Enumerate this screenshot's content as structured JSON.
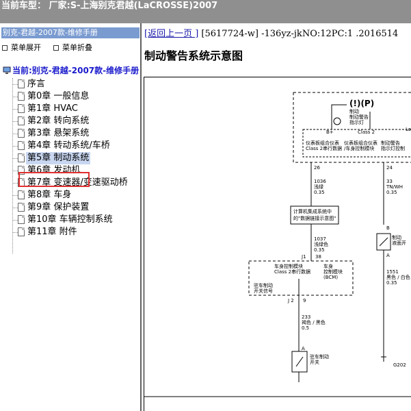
{
  "topbar": {
    "text": "当前车型：  厂家:S-上海别克君越(LaCROSSE)2007"
  },
  "left": {
    "header": "别克-君越-2007款-维修手册",
    "expand_label": "菜单展开",
    "collapse_label": "菜单折叠",
    "current_label": "当前:别克-君越-2007款-维修手册",
    "items": [
      {
        "label": "序言"
      },
      {
        "label": "第0章 一般信息"
      },
      {
        "label": "第1章 HVAC"
      },
      {
        "label": "第2章 转向系统"
      },
      {
        "label": "第3章 悬架系统"
      },
      {
        "label": "第4章 转动系统/车桥"
      },
      {
        "label": "第5章 制动系统"
      },
      {
        "label": "第6章 发动机"
      },
      {
        "label": "第7章 变速器/变速驱动桥"
      },
      {
        "label": "第8章 车身"
      },
      {
        "label": "第9章 保护装置"
      },
      {
        "label": "第10章 车辆控制系统"
      },
      {
        "label": "第11章 附件"
      }
    ]
  },
  "right": {
    "back_link": "[返回上一页 ]",
    "doc_code": "[5617724-w] -136yz-jkNO:12PC:1 .2016514",
    "title": "制动警告系统示意图",
    "diagram": {
      "brake_symbol_label": "(!)(P)",
      "brake_text1": "制动",
      "brake_text2": "制动警告",
      "brake_text3": "指示灯",
      "b_plus": "B+",
      "class2": "Class 2",
      "cluster_left1": "仪表板组合仪表",
      "cluster_left2": "Class 2串行数据",
      "cluster_mid1": "仪表板组合仪表",
      "cluster_mid2": "/车身控制模块",
      "cluster_right1": "制动警告",
      "cluster_right2": "指示灯控制",
      "lo_text": "Lo",
      "pin26": "26",
      "pin24": "24",
      "wire1036_1": "1036",
      "wire1036_2": "浅绿",
      "wire1036_3": "0.35",
      "wire33_1": "33",
      "wire33_2": "TN/WH",
      "wire33_3": "0.35",
      "ipc_text1": "计算机集成系统中",
      "ipc_text2": "的\"数据链接示意图\"",
      "wire1037_1": "1037",
      "wire1037_2": "浅绿色",
      "wire1037_3": "0.35",
      "j1": "J1",
      "pin38": "38",
      "bcm1": "车身控制模块",
      "bcm2": "Class 2串行数据",
      "bcm3": "车身",
      "bcm4": "控制模块",
      "bcm5": "(BCM)",
      "park1": "驻车制动",
      "park2": "开关信号",
      "j2": "J 2",
      "pin9": "9",
      "wire233_1": "233",
      "wire233_2": "褐色 / 黑色",
      "wire233_3": "0.5",
      "pinA1": "A",
      "park_switch1": "驻车制动",
      "park_switch2": "开关",
      "pinB": "B",
      "fluid1": "制动",
      "fluid2": "液面开",
      "pinA2": "A",
      "wire1551_1": "1551",
      "wire1551_2": "黑色 / 白色",
      "wire1551_3": "0.35",
      "g202": "G202"
    }
  }
}
